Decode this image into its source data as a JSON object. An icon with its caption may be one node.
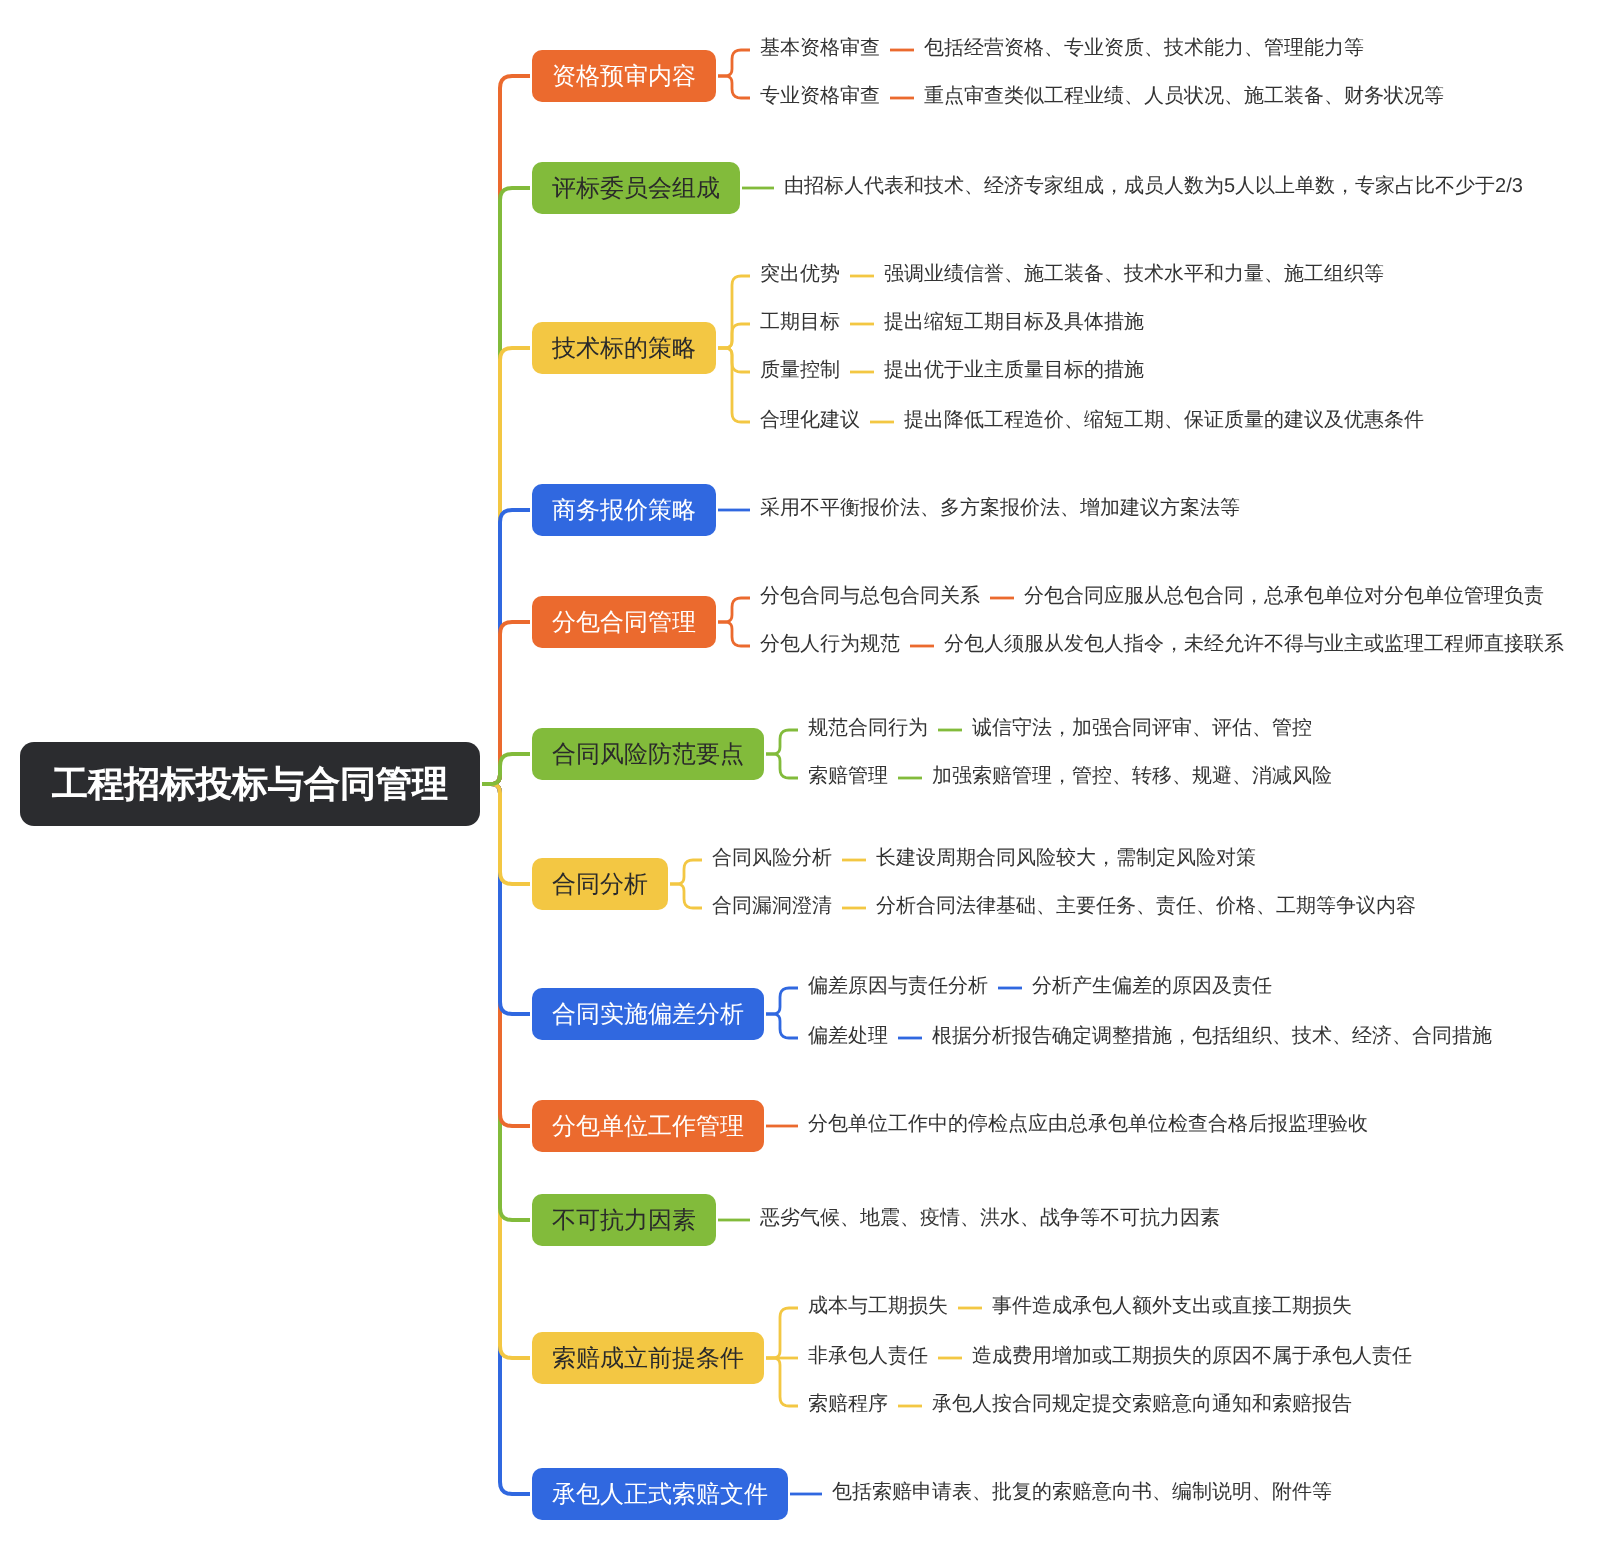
{
  "diagram": {
    "nodes": [
      {
        "text": [
          "工程招标投标与合同管理"
        ]
      },
      {
        "text": [
          "资格预审内容"
        ]
      },
      {
        "text": [
          "基本资格审查"
        ]
      },
      {
        "text": [
          "包括经营资格、专业资质、技术能力、管理能力等"
        ]
      },
      {
        "text": [
          "专业资格审查"
        ]
      },
      {
        "text": [
          "重点审查类似工程业绩、人员状况、施工装备、财务状况等"
        ]
      },
      {
        "text": [
          "评标委员会组成"
        ]
      },
      {
        "text": [
          "由招标人代表和技术、经济专家组成，成员人数为5人以上单数，专家占比不少于2/3"
        ]
      },
      {
        "text": [
          "技术标的策略"
        ]
      },
      {
        "text": [
          "突出优势"
        ]
      },
      {
        "text": [
          "强调业绩信誉、施工装备、技术水平和力量、施工组织等"
        ]
      },
      {
        "text": [
          "工期目标"
        ]
      },
      {
        "text": [
          "提出缩短工期目标及具体措施"
        ]
      },
      {
        "text": [
          "质量控制"
        ]
      },
      {
        "text": [
          "提出优于业主质量目标的措施"
        ]
      },
      {
        "text": [
          "合理化建议"
        ]
      },
      {
        "text": [
          "提出降低工程造价、缩短工期、保证质量的建议及优惠条件"
        ]
      },
      {
        "text": [
          "商务报价策略"
        ]
      },
      {
        "text": [
          "采用不平衡报价法、多方案报价法、增加建议方案法等"
        ]
      },
      {
        "text": [
          "分包合同管理"
        ]
      },
      {
        "text": [
          "分包合同与总包合同关系"
        ]
      },
      {
        "text": [
          "分包合同应服从总包合同，总承包单位对分包单位管理负责"
        ]
      },
      {
        "text": [
          "分包人行为规范"
        ]
      },
      {
        "text": [
          "分包人须服从发包人指令，未经允许不得与业主或监理工程师直接联系"
        ]
      },
      {
        "text": [
          "合同风险防范要点"
        ]
      },
      {
        "text": [
          "规范合同行为"
        ]
      },
      {
        "text": [
          "诚信守法，加强合同评审、评估、管控"
        ]
      },
      {
        "text": [
          "索赔管理"
        ]
      },
      {
        "text": [
          "加强索赔管理，管控、转移、规避、消减风险"
        ]
      },
      {
        "text": [
          "合同分析"
        ]
      },
      {
        "text": [
          "合同风险分析"
        ]
      },
      {
        "text": [
          "长建设周期合同风险较大，需制定风险对策"
        ]
      },
      {
        "text": [
          "合同漏洞澄清"
        ]
      },
      {
        "text": [
          "分析合同法律基础、主要任务、责任、价格、工期等争议内容"
        ]
      },
      {
        "text": [
          "合同实施偏差分析"
        ]
      },
      {
        "text": [
          "偏差原因与责任分析"
        ]
      },
      {
        "text": [
          "分析产生偏差的原因及责任"
        ]
      },
      {
        "text": [
          "偏差处理"
        ]
      },
      {
        "text": [
          "根据分析报告确定调整措施，包括组织、技术、经济、合同措施"
        ]
      },
      {
        "text": [
          "分包单位工作管理"
        ]
      },
      {
        "text": [
          "分包单位工作中的停检点应由总承包单位检查合格后报监理验收"
        ]
      },
      {
        "text": [
          "不可抗力因素"
        ]
      },
      {
        "text": [
          "恶劣气候、地震、疫情、洪水、战争等不可抗力因素"
        ]
      },
      {
        "text": [
          "索赔成立前提条件"
        ]
      },
      {
        "text": [
          "成本与工期损失"
        ]
      },
      {
        "text": [
          "事件造成承包人额外支出或直接工期损失"
        ]
      },
      {
        "text": [
          "非承包人责任"
        ]
      },
      {
        "text": [
          "造成费用增加或工期损失的原因不属于承包人责任"
        ]
      },
      {
        "text": [
          "索赔程序"
        ]
      },
      {
        "text": [
          "承包人按合同规定提交索赔意向通知和索赔报告"
        ]
      },
      {
        "text": [
          "承包人正式索赔文件"
        ]
      },
      {
        "text": [
          "包括索赔申请表、批复的索赔意向书、编制说明、附件等"
        ]
      }
    ],
    "edges": [
      {
        "from": 0,
        "to": 1,
        "arrow": "none",
        "color": "#eb6a2e"
      },
      {
        "from": 1,
        "to": 2,
        "arrow": "none",
        "color": "#eb6a2e"
      },
      {
        "from": 2,
        "to": 3,
        "arrow": "none",
        "color": "#eb6a2e"
      },
      {
        "from": 1,
        "to": 4,
        "arrow": "none",
        "color": "#eb6a2e"
      },
      {
        "from": 4,
        "to": 5,
        "arrow": "none",
        "color": "#eb6a2e"
      },
      {
        "from": 0,
        "to": 6,
        "arrow": "none",
        "color": "#82bb3b"
      },
      {
        "from": 6,
        "to": 7,
        "arrow": "none",
        "color": "#82bb3b"
      },
      {
        "from": 0,
        "to": 8,
        "arrow": "none",
        "color": "#f3c743"
      },
      {
        "from": 8,
        "to": 9,
        "arrow": "none",
        "color": "#f3c743"
      },
      {
        "from": 9,
        "to": 10,
        "arrow": "none",
        "color": "#f3c743"
      },
      {
        "from": 8,
        "to": 11,
        "arrow": "none",
        "color": "#f3c743"
      },
      {
        "from": 11,
        "to": 12,
        "arrow": "none",
        "color": "#f3c743"
      },
      {
        "from": 8,
        "to": 13,
        "arrow": "none",
        "color": "#f3c743"
      },
      {
        "from": 13,
        "to": 14,
        "arrow": "none",
        "color": "#f3c743"
      },
      {
        "from": 8,
        "to": 15,
        "arrow": "none",
        "color": "#f3c743"
      },
      {
        "from": 15,
        "to": 16,
        "arrow": "none",
        "color": "#f3c743"
      },
      {
        "from": 0,
        "to": 17,
        "arrow": "none",
        "color": "#3068e0"
      },
      {
        "from": 17,
        "to": 18,
        "arrow": "none",
        "color": "#3068e0"
      },
      {
        "from": 0,
        "to": 19,
        "arrow": "none",
        "color": "#eb6a2e"
      },
      {
        "from": 19,
        "to": 20,
        "arrow": "none",
        "color": "#eb6a2e"
      },
      {
        "from": 20,
        "to": 21,
        "arrow": "none",
        "color": "#eb6a2e"
      },
      {
        "from": 19,
        "to": 22,
        "arrow": "none",
        "color": "#eb6a2e"
      },
      {
        "from": 22,
        "to": 23,
        "arrow": "none",
        "color": "#eb6a2e"
      },
      {
        "from": 0,
        "to": 24,
        "arrow": "none",
        "color": "#82bb3b"
      },
      {
        "from": 24,
        "to": 25,
        "arrow": "none",
        "color": "#82bb3b"
      },
      {
        "from": 25,
        "to": 26,
        "arrow": "none",
        "color": "#82bb3b"
      },
      {
        "from": 24,
        "to": 27,
        "arrow": "none",
        "color": "#82bb3b"
      },
      {
        "from": 27,
        "to": 28,
        "arrow": "none",
        "color": "#82bb3b"
      },
      {
        "from": 0,
        "to": 29,
        "arrow": "none",
        "color": "#f3c743"
      },
      {
        "from": 29,
        "to": 30,
        "arrow": "none",
        "color": "#f3c743"
      },
      {
        "from": 30,
        "to": 31,
        "arrow": "none",
        "color": "#f3c743"
      },
      {
        "from": 29,
        "to": 32,
        "arrow": "none",
        "color": "#f3c743"
      },
      {
        "from": 32,
        "to": 33,
        "arrow": "none",
        "color": "#f3c743"
      },
      {
        "from": 0,
        "to": 34,
        "arrow": "none",
        "color": "#3068e0"
      },
      {
        "from": 34,
        "to": 35,
        "arrow": "none",
        "color": "#3068e0"
      },
      {
        "from": 35,
        "to": 36,
        "arrow": "none",
        "color": "#3068e0"
      },
      {
        "from": 34,
        "to": 37,
        "arrow": "none",
        "color": "#3068e0"
      },
      {
        "from": 37,
        "to": 38,
        "arrow": "none",
        "color": "#3068e0"
      },
      {
        "from": 0,
        "to": 39,
        "arrow": "none",
        "color": "#eb6a2e"
      },
      {
        "from": 39,
        "to": 40,
        "arrow": "none",
        "color": "#eb6a2e"
      },
      {
        "from": 0,
        "to": 41,
        "arrow": "none",
        "color": "#82bb3b"
      },
      {
        "from": 41,
        "to": 42,
        "arrow": "none",
        "color": "#82bb3b"
      },
      {
        "from": 0,
        "to": 43,
        "arrow": "none",
        "color": "#f3c743"
      },
      {
        "from": 43,
        "to": 44,
        "arrow": "none",
        "color": "#f3c743"
      },
      {
        "from": 44,
        "to": 45,
        "arrow": "none",
        "color": "#f3c743"
      },
      {
        "from": 43,
        "to": 46,
        "arrow": "none",
        "color": "#f3c743"
      },
      {
        "from": 46,
        "to": 47,
        "arrow": "none",
        "color": "#f3c743"
      },
      {
        "from": 43,
        "to": 48,
        "arrow": "none",
        "color": "#f3c743"
      },
      {
        "from": 48,
        "to": 49,
        "arrow": "none",
        "color": "#f3c743"
      },
      {
        "from": 0,
        "to": 50,
        "arrow": "none",
        "color": "#3068e0"
      },
      {
        "from": 50,
        "to": 51,
        "arrow": "none",
        "color": "#3068e0"
      }
    ]
  }
}
